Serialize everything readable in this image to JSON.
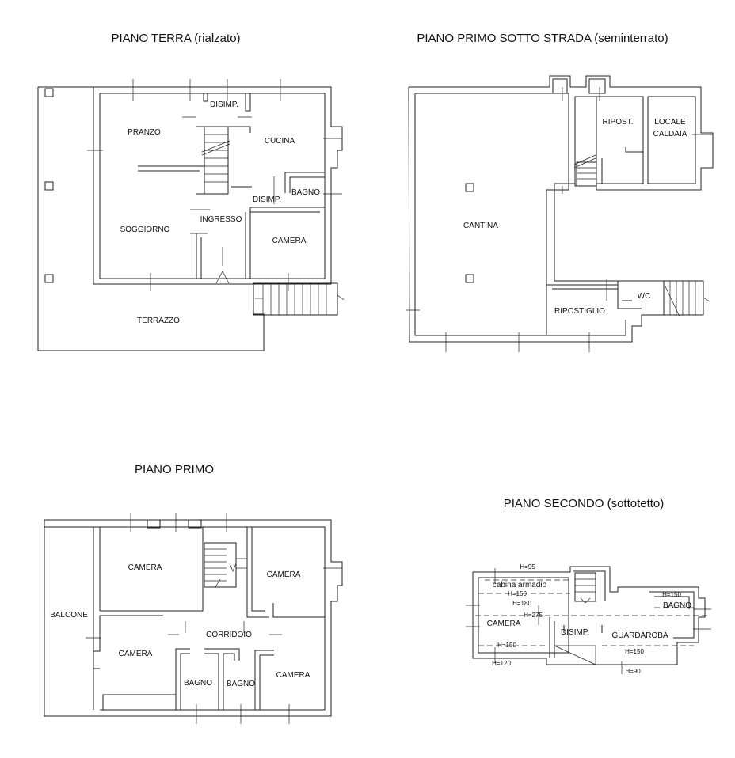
{
  "titles": {
    "ground": "PIANO TERRA (rialzato)",
    "basement": "PIANO PRIMO SOTTO STRADA (seminterrato)",
    "first": "PIANO PRIMO",
    "second": "PIANO SECONDO (sottotetto)"
  },
  "ground": {
    "pranzo": "PRANZO",
    "cucina": "CUCINA",
    "disimp_top": "DISIMP.",
    "disimp_mid": "DISIMP.",
    "bagno": "BAGNO",
    "ingresso": "INGRESSO",
    "soggiorno": "SOGGIORNO",
    "camera": "CAMERA",
    "terrazzo": "TERRAZZO"
  },
  "basement": {
    "ripost": "RIPOST.",
    "locale": "LOCALE",
    "caldaia": "CALDAIA",
    "cantina": "CANTINA",
    "wc": "WC",
    "ripostiglio": "RIPOSTIGLIO"
  },
  "first": {
    "camera_tl": "CAMERA",
    "camera_tr": "CAMERA",
    "balcone": "BALCONE",
    "corridoio": "CORRIDOIO",
    "camera_bl": "CAMERA",
    "bagno_1": "BAGNO",
    "bagno_2": "BAGNO",
    "camera_br": "CAMERA"
  },
  "second": {
    "h95": "H=95",
    "cabina": "cabina armadio",
    "h150_a": "H=150",
    "h180": "H=180",
    "h275": "H=275",
    "camera": "CAMERA",
    "h150_b": "H=150",
    "h120": "H=120",
    "disimp": "DISIMP.",
    "guardaroba": "GUARDAROBA",
    "h150_c": "H=150",
    "bagno": "BAGNO",
    "h150_d": "H=150",
    "h90": "H=90"
  }
}
